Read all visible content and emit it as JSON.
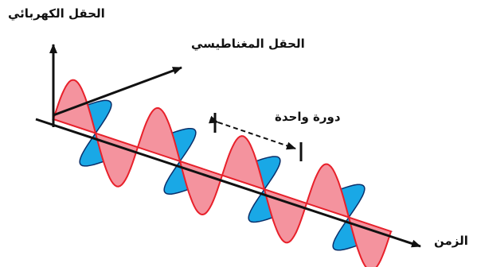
{
  "labels": {
    "electric_field": "الحقل الكهربائي",
    "magnetic_field": "الحقل المغناطيسي",
    "one_cycle": "دورة واحدة",
    "time": "الزمن"
  },
  "colors": {
    "electric_fill": "#f4939e",
    "electric_stroke": "#e8202a",
    "magnetic_fill": "#19a8e6",
    "magnetic_stroke": "#0a2f6a",
    "ink": "#111111"
  },
  "wave": {
    "cycles_shown": 4
  }
}
